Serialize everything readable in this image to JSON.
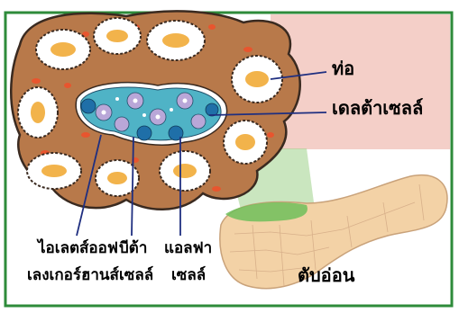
{
  "labels": {
    "duct": "ท่อ",
    "delta_cell": "เดลต้าเซลล์",
    "islet_line1": "ไอเลตส์ออฟ",
    "islet_line2": "เลงเกอร์ฮานส์",
    "beta_line1": "บีต้า",
    "beta_line2": "เซลล์",
    "alpha_line1": "แอลฟา",
    "alpha_line2": "เซลล์",
    "pancreas": "ตับอ่อน"
  },
  "colors": {
    "frame_border": "#2e8b3a",
    "tissue": "#b8794a",
    "tissue_edge": "#3a2a20",
    "acinus_ring": "#f5f5f5",
    "acinus_lumen": "#f2b34b",
    "red_dot": "#e8552e",
    "islet_dark": "#1f6fa8",
    "islet_teal": "#4fb3c6",
    "islet_purple": "#b9a7d8",
    "pancreas_fill": "#f3d2a6",
    "pancreas_green": "#6fbf5a",
    "pink_bg": "#f4cfc8"
  }
}
